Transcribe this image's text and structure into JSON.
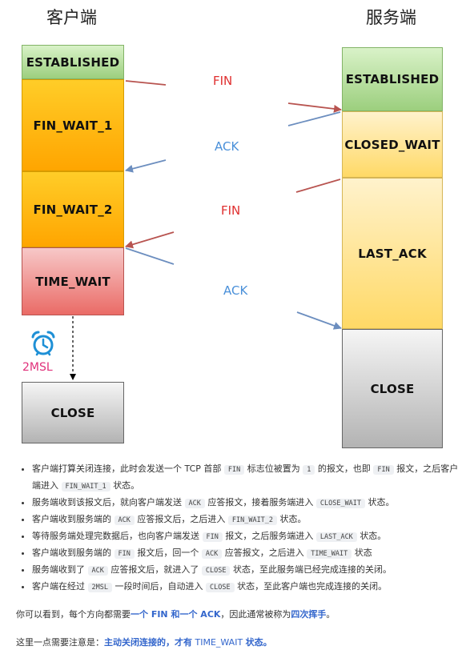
{
  "titles": {
    "client": "客户端",
    "server": "服务端"
  },
  "client_states": [
    "ESTABLISHED",
    "FIN_WAIT_1",
    "FIN_WAIT_2",
    "TIME_WAIT",
    "CLOSE"
  ],
  "server_states": [
    "ESTABLISHED",
    "CLOSED_WAIT",
    "LAST_ACK",
    "CLOSE"
  ],
  "messages": [
    "FIN",
    "ACK",
    "FIN",
    "ACK"
  ],
  "timer_label": "2MSL",
  "colors": {
    "established": "#9ccf7e",
    "wait_orange": "#ffa500",
    "time_wait": "#ea6b66",
    "server_wait": "#ffd966",
    "close": "#b3b3b3",
    "fin_text": "#e03030",
    "ack_text": "#4a90d9",
    "fin_arrow": "#b85450",
    "ack_arrow": "#6c8ebf",
    "highlight": "#3366cc"
  },
  "icons": {
    "timer": "alarm-clock-icon"
  },
  "notes": {
    "b1a": "客户端打算关闭连接，此时会发送一个 TCP 首部",
    "b1c1": "FIN",
    "b1b": "标志位被置为",
    "b1c2": "1",
    "b1d": "的报文，也即",
    "b1c3": "FIN",
    "b1e": "报文，之后客户端进入",
    "b1c4": "FIN_WAIT_1",
    "b1f": "状态。",
    "b2a": "服务端收到该报文后，就向客户端发送",
    "b2c1": "ACK",
    "b2b": "应答报文，接着服务端进入",
    "b2c2": "CLOSE_WAIT",
    "b2d": "状态。",
    "b3a": "客户端收到服务端的",
    "b3c1": "ACK",
    "b3b": "应答报文后，之后进入",
    "b3c2": "FIN_WAIT_2",
    "b3d": "状态。",
    "b4a": "等待服务端处理完数据后，也向客户端发送",
    "b4c1": "FIN",
    "b4b": "报文，之后服务端进入",
    "b4c2": "LAST_ACK",
    "b4d": "状态。",
    "b5a": "客户端收到服务端的",
    "b5c1": "FIN",
    "b5b": "报文后，回一个",
    "b5c2": "ACK",
    "b5c": "应答报文，之后进入",
    "b5c3": "TIME_WAIT",
    "b5d": "状态",
    "b6a": "服务端收到了",
    "b6c1": "ACK",
    "b6b": "应答报文后，就进入了",
    "b6c2": "CLOSE",
    "b6c": "状态，至此服务端已经完成连接的关闭。",
    "b7a": "客户端在经过",
    "b7c1": "2MSL",
    "b7b": "一段时间后，自动进入",
    "b7c2": "CLOSE",
    "b7c": "状态，至此客户端也完成连接的关闭。",
    "p1a": "你可以看到，每个方向都需要",
    "p1b": "一个 FIN 和一个 ACK",
    "p1c": "，因此通常被称为",
    "p1d": "四次挥手",
    "p1e": "。",
    "p2a": "这里一点需要注意是：",
    "p2b": "主动关闭连接的，才有",
    "p2c": " TIME_WAIT ",
    "p2d": "状态。"
  }
}
